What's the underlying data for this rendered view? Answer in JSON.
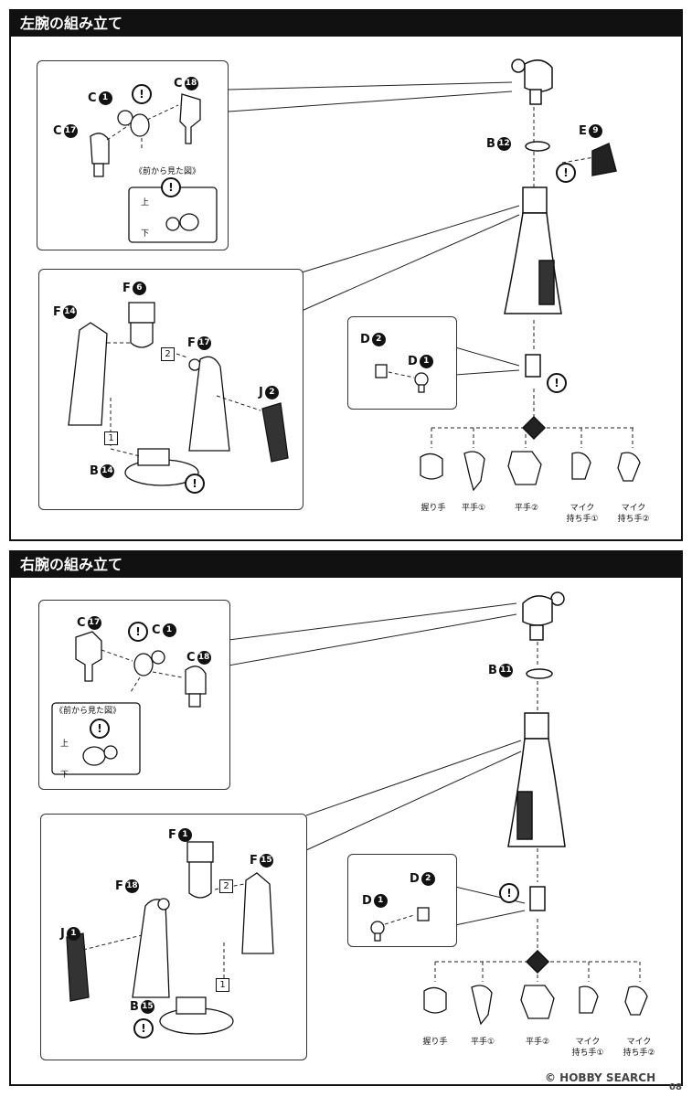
{
  "sections": [
    {
      "title": "左腕の組み立て"
    },
    {
      "title": "右腕の組み立て"
    }
  ],
  "left_arm": {
    "shoulder_panel": {
      "c1": {
        "letter": "C",
        "num": "1"
      },
      "c17": {
        "letter": "C",
        "num": "17"
      },
      "c18": {
        "letter": "C",
        "num": "18"
      },
      "front_view": "《前から見た図》",
      "up": "上",
      "down": "下"
    },
    "b12": {
      "letter": "B",
      "num": "12"
    },
    "e9": {
      "letter": "E",
      "num": "9"
    },
    "upper_panel": {
      "f6": {
        "letter": "F",
        "num": "6"
      },
      "f14": {
        "letter": "F",
        "num": "14"
      },
      "f17": {
        "letter": "F",
        "num": "17"
      },
      "j2": {
        "letter": "J",
        "num": "2"
      },
      "b14": {
        "letter": "B",
        "num": "14"
      },
      "step1": "1",
      "step2": "2"
    },
    "wrist_panel": {
      "d2": {
        "letter": "D",
        "num": "2"
      },
      "d1": {
        "letter": "D",
        "num": "1"
      }
    },
    "hands": [
      "握り手",
      "平手①",
      "平手②",
      "マイク\n持ち手①",
      "マイク\n持ち手②"
    ]
  },
  "right_arm": {
    "shoulder_panel": {
      "c17": {
        "letter": "C",
        "num": "17"
      },
      "c1": {
        "letter": "C",
        "num": "1"
      },
      "c18": {
        "letter": "C",
        "num": "18"
      },
      "front_view": "《前から見た図》",
      "up": "上",
      "down": "下"
    },
    "b11": {
      "letter": "B",
      "num": "11"
    },
    "upper_panel": {
      "f1": {
        "letter": "F",
        "num": "1"
      },
      "f18": {
        "letter": "F",
        "num": "18"
      },
      "f15": {
        "letter": "F",
        "num": "15"
      },
      "j1": {
        "letter": "J",
        "num": "1"
      },
      "b15": {
        "letter": "B",
        "num": "15"
      },
      "step1": "1",
      "step2": "2"
    },
    "wrist_panel": {
      "d2": {
        "letter": "D",
        "num": "2"
      },
      "d1": {
        "letter": "D",
        "num": "1"
      }
    },
    "hands": [
      "握り手",
      "平手①",
      "平手②",
      "マイク\n持ち手①",
      "マイク\n持ち手②"
    ]
  },
  "footer": {
    "watermark": "© HOBBY SEARCH",
    "page": "08"
  },
  "icons": {
    "warning": "!"
  }
}
